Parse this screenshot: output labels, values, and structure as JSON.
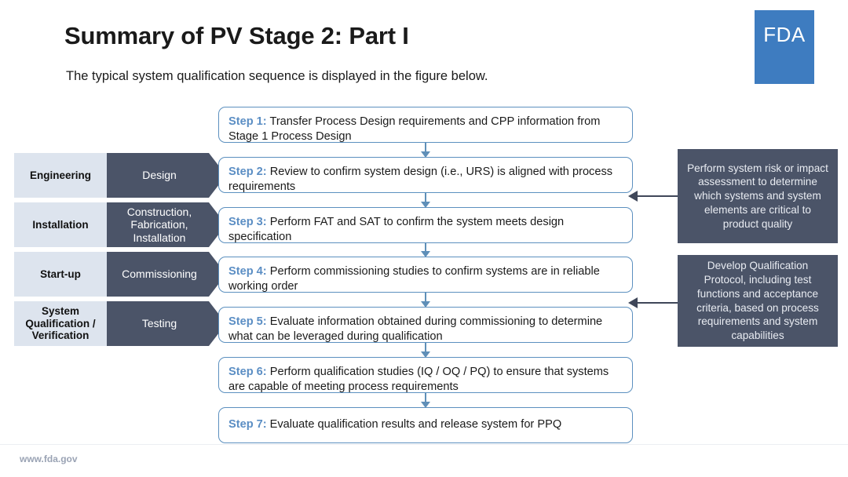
{
  "header": {
    "title": "Summary of PV Stage 2: Part I",
    "subtitle": "The typical system qualification sequence is displayed in the figure below."
  },
  "logo": {
    "wordmark": "FDA",
    "background_color": "#3e7cc0",
    "text_color": "#ffffff"
  },
  "colors": {
    "phase_label_bg": "#dde4ee",
    "phase_chevron_bg": "#4b5468",
    "step_border": "#5c90bf",
    "step_label_text": "#5b8ec4",
    "callout_bg": "#4b5468",
    "connector": "#5f8fb8",
    "footer_text": "#9aa3b4"
  },
  "phases": [
    {
      "label": "Engineering",
      "activity": "Design"
    },
    {
      "label": "Installation",
      "activity": "Construction, Fabrication, Installation"
    },
    {
      "label": "Start-up",
      "activity": "Commissioning"
    },
    {
      "label": "System Qualification / Verification",
      "activity": "Testing"
    }
  ],
  "steps": [
    {
      "label": "Step 1:",
      "text": "Transfer Process Design requirements and CPP information from Stage 1 Process Design"
    },
    {
      "label": "Step 2:",
      "text": "Review to confirm system design (i.e., URS) is aligned with process requirements"
    },
    {
      "label": "Step 3:",
      "text": "Perform FAT and SAT to confirm the system meets design specification"
    },
    {
      "label": "Step 4:",
      "text": "Perform commissioning studies to confirm systems are in reliable working order"
    },
    {
      "label": "Step 5:",
      "text": "Evaluate information obtained during commissioning to determine what can be leveraged during qualification"
    },
    {
      "label": "Step 6:",
      "text": "Perform qualification studies (IQ / OQ / PQ) to ensure that systems are capable of meeting process requirements"
    },
    {
      "label": "Step 7:",
      "text": "Evaluate qualification results and release system for PPQ"
    }
  ],
  "callouts": [
    {
      "text": "Perform system risk or impact assessment to determine which systems and system elements are critical to product quality"
    },
    {
      "text": "Develop Qualification Protocol, including test functions and acceptance criteria, based on process requirements and system capabilities"
    }
  ],
  "footer": {
    "url": "www.fda.gov"
  }
}
